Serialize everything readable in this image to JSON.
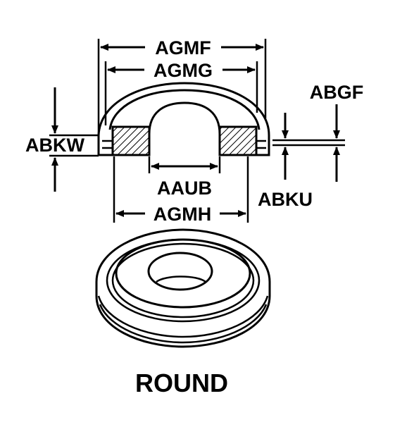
{
  "dimensions": {
    "agmf": "AGMF",
    "agmg": "AGMG",
    "abgf": "ABGF",
    "abkw": "ABKW",
    "aaub": "AAUB",
    "abku": "ABKU",
    "agmh": "AGMH"
  },
  "caption": "ROUND",
  "colors": {
    "ink": "#000000",
    "background": "#ffffff"
  }
}
